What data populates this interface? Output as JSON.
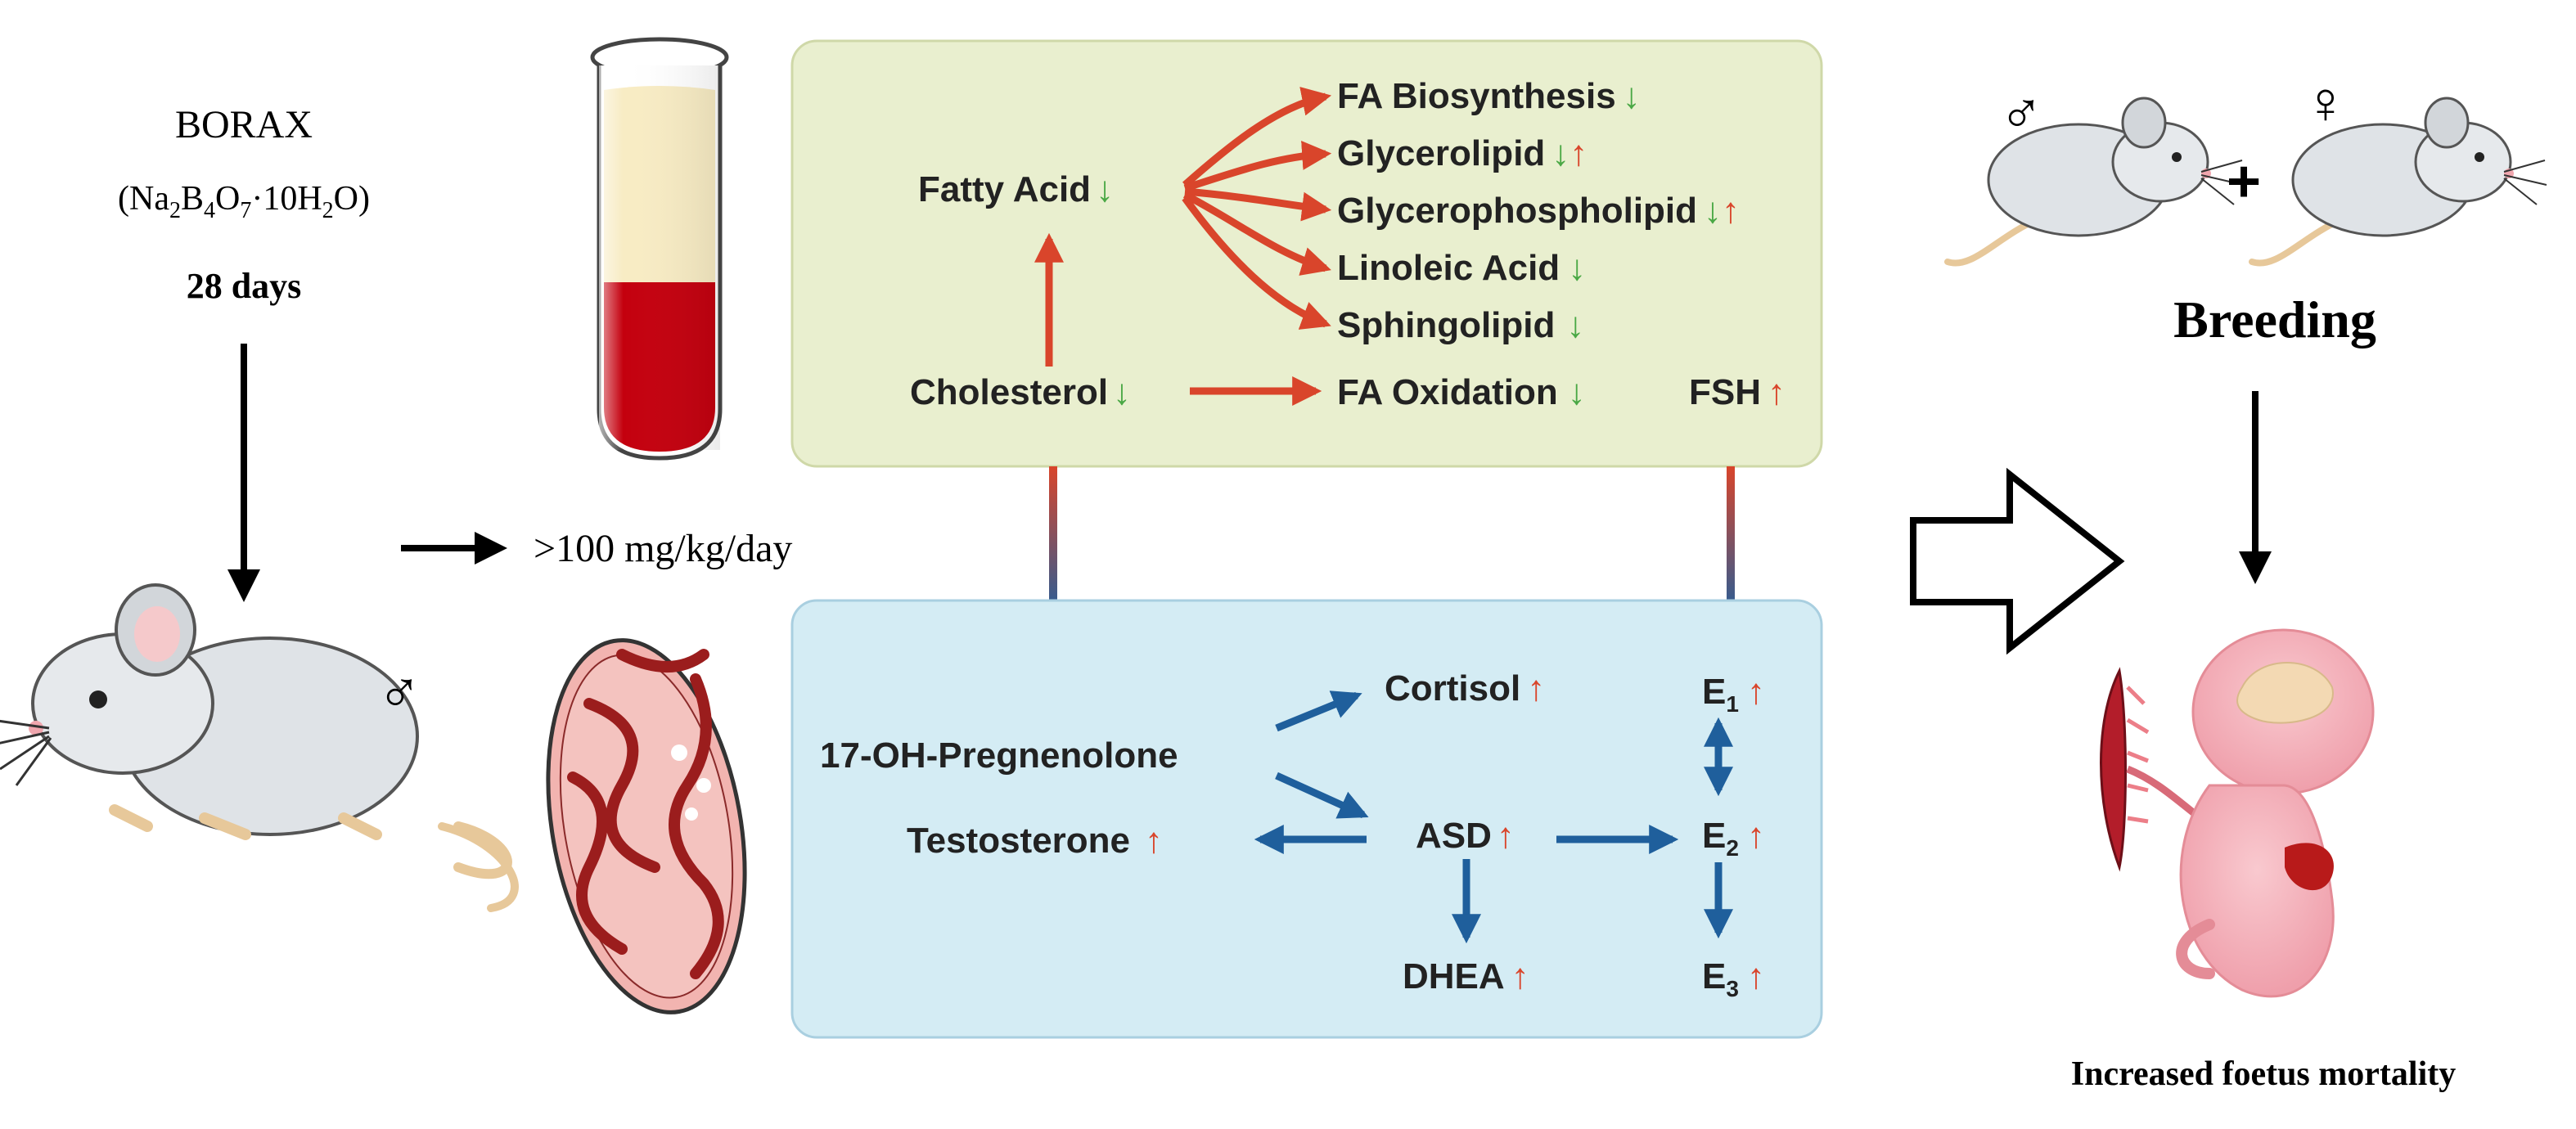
{
  "left": {
    "title": "BORAX",
    "formula": {
      "p1": "(Na",
      "s1": "2",
      "p2": "B",
      "s2": "4",
      "p3": "O",
      "s3": "7",
      "p4": "·10H",
      "s4": "2",
      "p5": "O)"
    },
    "duration": "28 days",
    "dose": ">100 mg/kg/day",
    "male_symbol": "♂"
  },
  "lipid_box": {
    "background": "#e9efcf",
    "nodes": {
      "fatty_acid": "Fatty Acid",
      "cholesterol": "Cholesterol",
      "fa_biosynthesis": "FA Biosynthesis",
      "glycerolipid": "Glycerolipid",
      "glycerophospholipid": "Glycerophospholipid",
      "linoleic_acid": "Linoleic Acid",
      "sphingolipid": "Sphingolipid",
      "fa_oxidation": "FA Oxidation",
      "fsh": "FSH"
    }
  },
  "steroid_box": {
    "background": "#d4ecf4",
    "nodes": {
      "pregnenolone": "17-OH-Pregnenolone",
      "cortisol": "Cortisol",
      "testosterone": "Testosterone",
      "asd": "ASD",
      "dhea": "DHEA",
      "e1": {
        "base": "E",
        "sub": "1"
      },
      "e2": {
        "base": "E",
        "sub": "2"
      },
      "e3": {
        "base": "E",
        "sub": "3"
      }
    }
  },
  "right": {
    "male_symbol": "♂",
    "female_symbol": "♀",
    "plus": "+",
    "breeding": "Breeding",
    "outcome": "Increased foetus mortality"
  },
  "colors": {
    "up_arrow": "#d9452b",
    "down_arrow": "#4aa845",
    "red_arrow": "#d9452b",
    "blue_arrow": "#1f5f9c",
    "blood": "#c4000e",
    "plasma": "#f8ecc4"
  }
}
